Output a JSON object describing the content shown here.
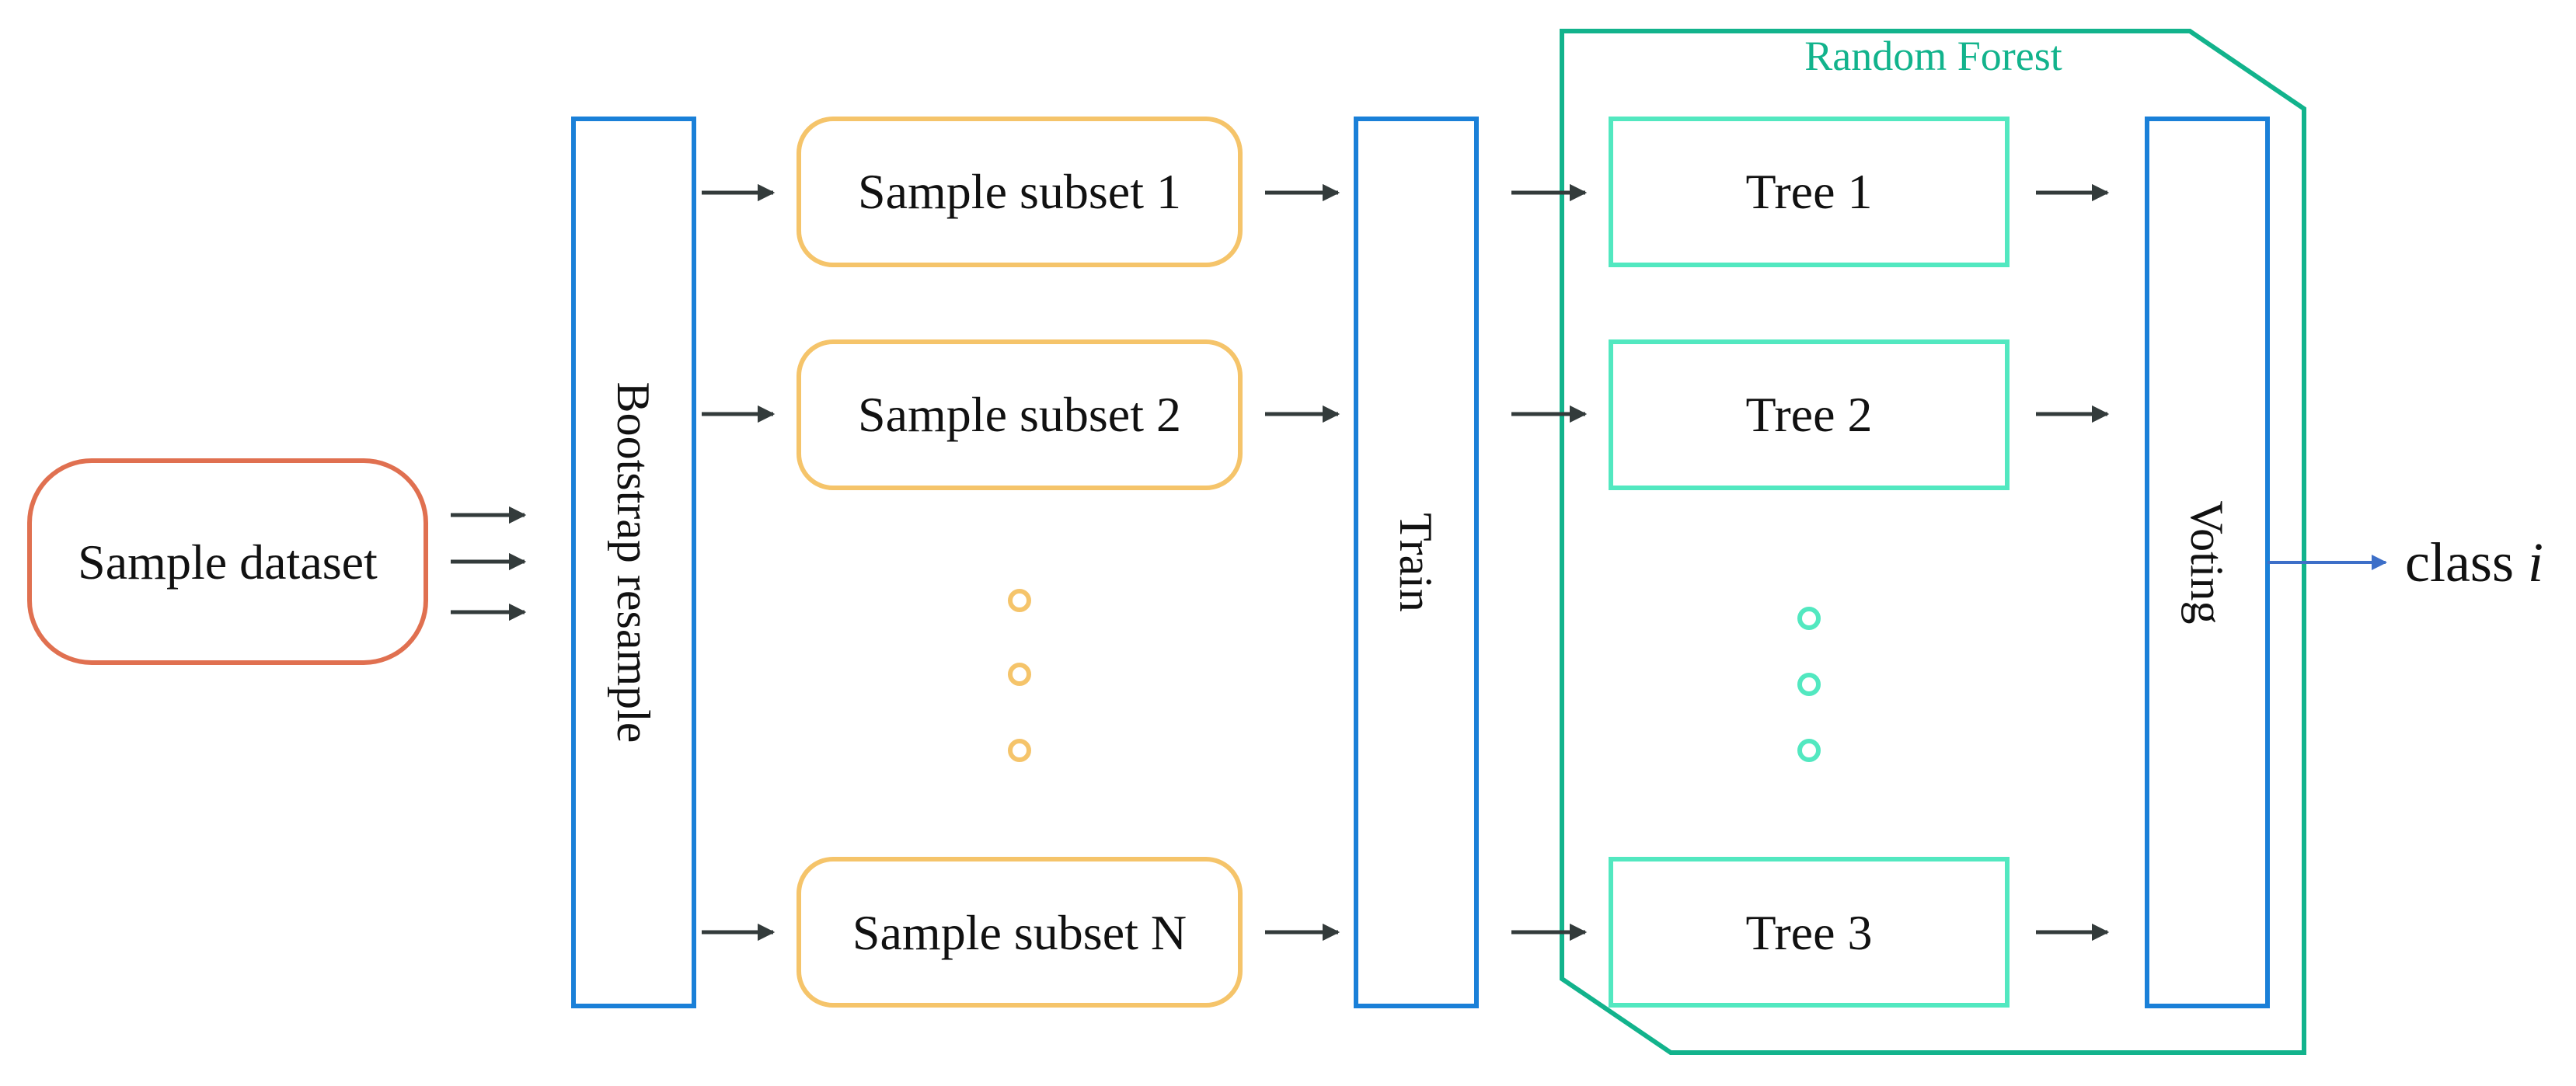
{
  "diagram": {
    "input": {
      "label": "Sample dataset"
    },
    "bootstrap": {
      "label": "Bootstrap resample"
    },
    "subsets": [
      {
        "label": "Sample subset 1"
      },
      {
        "label": "Sample subset 2"
      },
      {
        "label": "Sample subset N"
      }
    ],
    "train": {
      "label": "Train"
    },
    "forest": {
      "title": "Random Forest",
      "trees": [
        {
          "label": "Tree 1"
        },
        {
          "label": "Tree 2"
        },
        {
          "label": "Tree 3"
        }
      ]
    },
    "voting": {
      "label": "Voting"
    },
    "output": {
      "prefix": "class ",
      "variable": "i"
    }
  },
  "colors": {
    "input_border": "#e07050",
    "blue_border": "#1a80d8",
    "subset_border": "#f5c46a",
    "tree_border": "#52e8c0",
    "forest_border": "#12b38c",
    "arrow": "#333b3b",
    "output_arrow": "#3d6fc8"
  }
}
